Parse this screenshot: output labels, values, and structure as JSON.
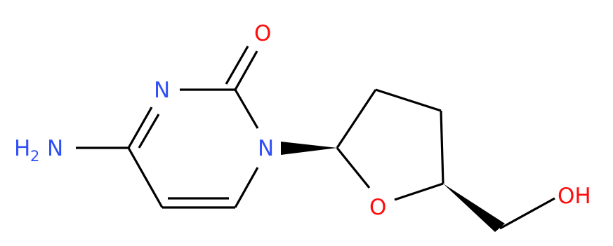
{
  "molecule": {
    "atoms": {
      "amine_N": "H",
      "amine_N_sub": "2",
      "amine_N2": "N",
      "ring_N3": "N",
      "ring_N1": "N",
      "carbonyl_O": "O",
      "ring_O": "O",
      "hydroxyl": "OH"
    },
    "colors": {
      "nitrogen": "#3050F8",
      "oxygen": "#FF0D0D",
      "bond": "#000000"
    }
  }
}
